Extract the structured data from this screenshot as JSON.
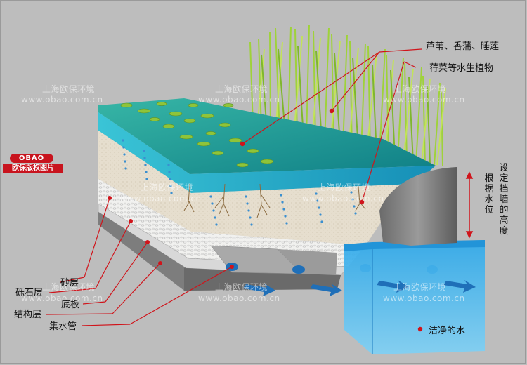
{
  "labels": {
    "plants_line1": "芦苇、香蒲、睡莲",
    "plants_line2": "荇菜等水生植物",
    "sand_layer": "砂层",
    "gravel_layer": "砾石层",
    "base_plate": "底板",
    "structure_layer": "结构层",
    "collection_pipe": "集水管",
    "clean_water": "洁净的水",
    "water_level_line1": "根据水位",
    "water_level_line2": "设定挡墙的高度"
  },
  "logo": {
    "badge": "OBAO",
    "text": "欧保版权图片"
  },
  "watermark": {
    "cn": "上海欧保环境",
    "url": "www.obao.com.cn"
  },
  "colors": {
    "background": "#bdbdbd",
    "water_surface": "#1f9a8f",
    "sand": "#e4dccb",
    "clean_water": "#3fb0ea",
    "grass": "#9fd23a",
    "pointer_red": "#d0141b"
  }
}
